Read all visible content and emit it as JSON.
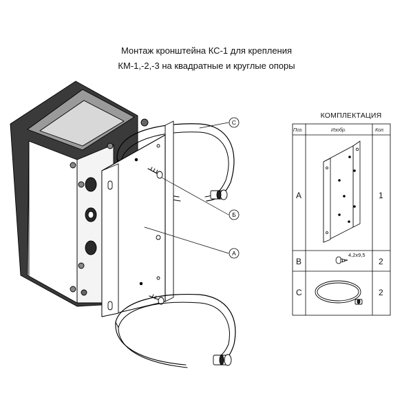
{
  "title": {
    "line1": "Монтаж кронштейна КС-1 для крепления",
    "line2": "КМ-1,-2,-3 на квадратные и круглые опоры"
  },
  "callouts": {
    "a": "A",
    "b": "Б",
    "c": "С"
  },
  "kit": {
    "title": "КОМПЛЕКТАЦИЯ",
    "headers": {
      "pos": "Поз.",
      "image": "Изобр.",
      "qty": "Кол."
    },
    "rows": [
      {
        "pos": "A",
        "qty": "1"
      },
      {
        "pos": "B",
        "qty": "2",
        "note": "4,2х9,5"
      },
      {
        "pos": "C",
        "qty": "2"
      }
    ]
  }
}
